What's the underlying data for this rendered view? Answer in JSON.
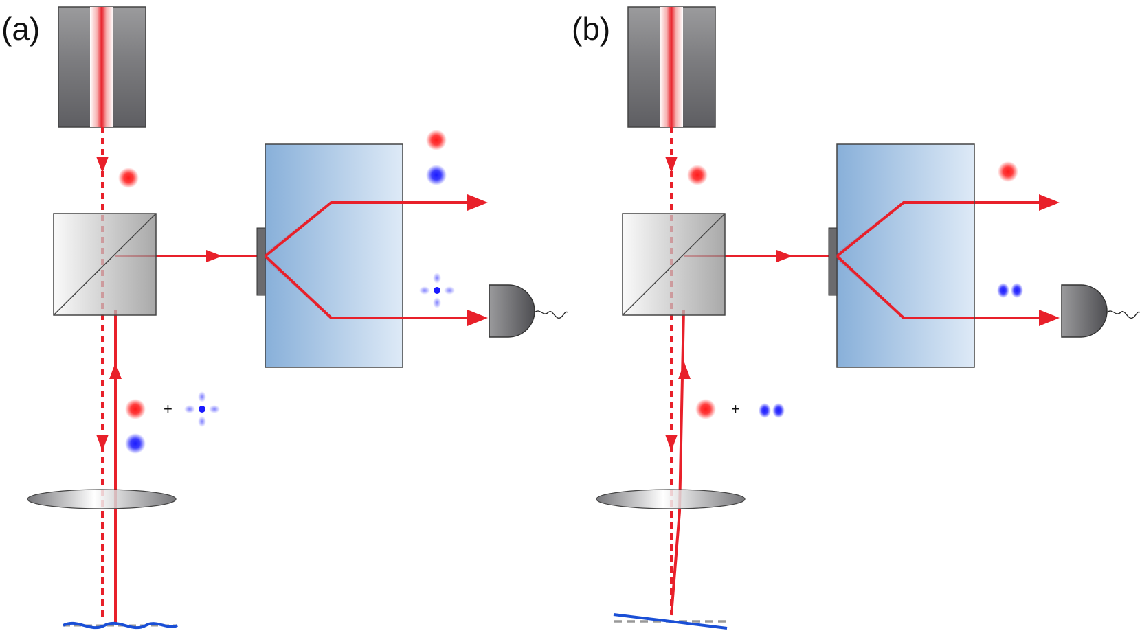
{
  "panels": [
    {
      "label": "(a)",
      "surface": "rough-surface",
      "superposition_operator": "+",
      "output_mode": "tilted-mode-pattern"
    },
    {
      "label": "(b)",
      "surface": "tilted-mirror",
      "superposition_operator": "+",
      "output_mode": "tilt-mode-pattern"
    }
  ],
  "colors": {
    "beam": "#e8202a",
    "fundamental_mode": "#ff1a1a",
    "higher_mode": "#1a1aff",
    "surface": "#1a4fd6",
    "reference_plane": "#999999",
    "converter_box_left": "#7ea9d6",
    "converter_box_right": "#dbe8f6",
    "metal_dark": "#5f5f63",
    "metal_light": "#9a9a9c"
  },
  "icons": [
    "fiber-source-icon",
    "beam-splitter-icon",
    "lens-icon",
    "mode-converter-icon",
    "photodetector-icon"
  ]
}
